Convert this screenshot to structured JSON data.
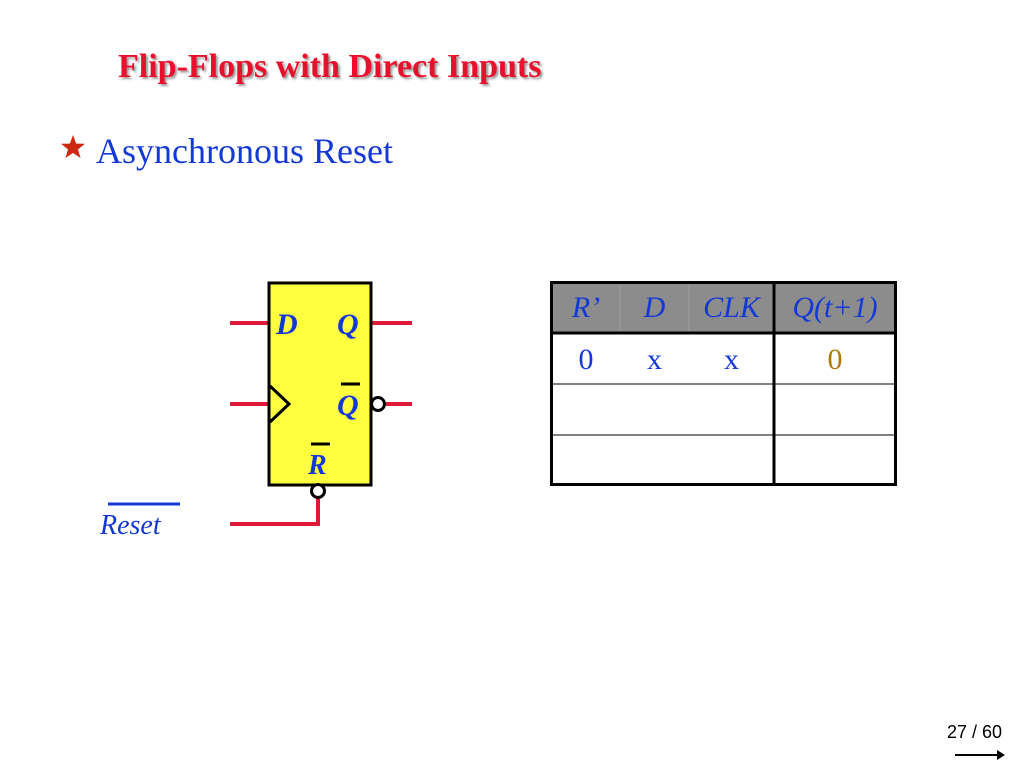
{
  "slide": {
    "title": "Flip-Flops with Direct Inputs",
    "bullet": "Asynchronous Reset",
    "page": "27 / 60"
  },
  "flipflop": {
    "input_d": "D",
    "output_q": "Q",
    "output_qbar": "Q",
    "input_r": "R",
    "reset_label": "Reset"
  },
  "truth_table": {
    "headers": [
      "R’",
      "D",
      "CLK",
      "Q(t+1)"
    ],
    "rows": [
      [
        "0",
        "x",
        "x",
        "0"
      ],
      [
        "",
        "",
        "",
        ""
      ],
      [
        "",
        "",
        "",
        ""
      ]
    ]
  },
  "colors": {
    "title": "#e8102c",
    "text": "#1238d8",
    "wire": "#e01838",
    "box_fill": "#ffff40",
    "header_fill": "#8c8c8c",
    "output_value": "#b07800"
  }
}
